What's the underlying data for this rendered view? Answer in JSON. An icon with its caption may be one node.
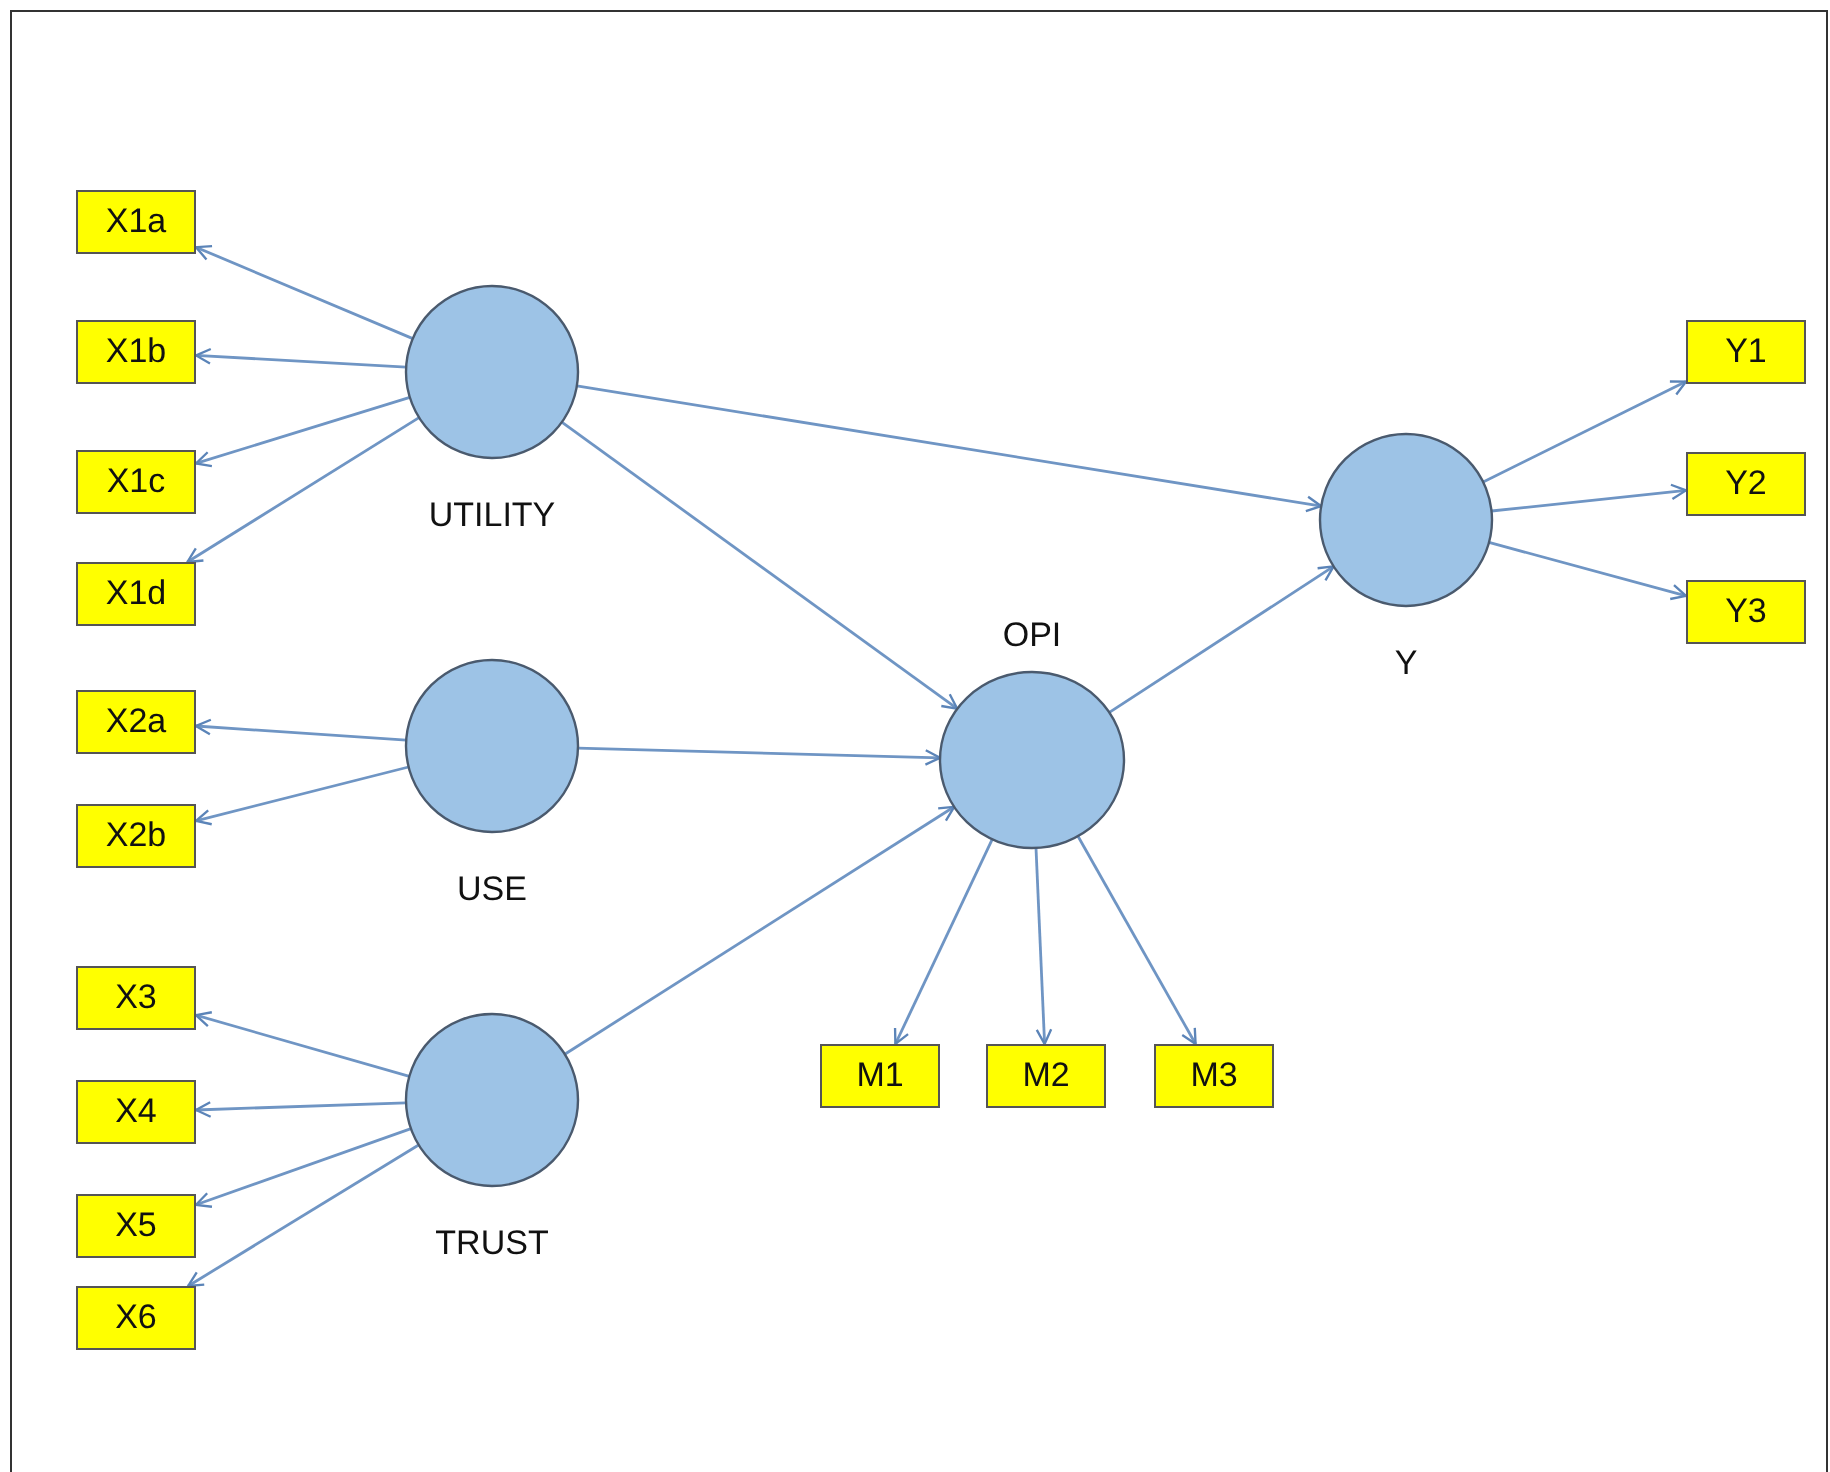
{
  "diagram": {
    "nodes": [
      {
        "text": [
          "UTILITY"
        ]
      },
      {
        "text": [
          "USE"
        ]
      },
      {
        "text": [
          "TRUST"
        ]
      },
      {
        "text": [
          "OPI"
        ]
      },
      {
        "text": [
          "Y"
        ]
      },
      {
        "text": [
          "X1a"
        ]
      },
      {
        "text": [
          "X1b"
        ]
      },
      {
        "text": [
          "X1c"
        ]
      },
      {
        "text": [
          "X1d"
        ]
      },
      {
        "text": [
          "X2a"
        ]
      },
      {
        "text": [
          "X2b"
        ]
      },
      {
        "text": [
          "X3"
        ]
      },
      {
        "text": [
          "X4"
        ]
      },
      {
        "text": [
          "X5"
        ]
      },
      {
        "text": [
          "X6"
        ]
      },
      {
        "text": [
          "M1"
        ]
      },
      {
        "text": [
          "M2"
        ]
      },
      {
        "text": [
          "M3"
        ]
      },
      {
        "text": [
          "Y1"
        ]
      },
      {
        "text": [
          "Y2"
        ]
      },
      {
        "text": [
          "Y3"
        ]
      }
    ],
    "edges": [
      {
        "from": 0,
        "to": 4,
        "arrow": "to"
      },
      {
        "from": 0,
        "to": 3,
        "arrow": "to"
      },
      {
        "from": 1,
        "to": 3,
        "arrow": "to"
      },
      {
        "from": 2,
        "to": 3,
        "arrow": "to"
      },
      {
        "from": 3,
        "to": 4,
        "arrow": "to"
      },
      {
        "from": 0,
        "to": 5,
        "arrow": "to"
      },
      {
        "from": 0,
        "to": 6,
        "arrow": "to"
      },
      {
        "from": 0,
        "to": 7,
        "arrow": "to"
      },
      {
        "from": 0,
        "to": 8,
        "arrow": "to"
      },
      {
        "from": 1,
        "to": 9,
        "arrow": "to"
      },
      {
        "from": 1,
        "to": 10,
        "arrow": "to"
      },
      {
        "from": 2,
        "to": 11,
        "arrow": "to"
      },
      {
        "from": 2,
        "to": 12,
        "arrow": "to"
      },
      {
        "from": 2,
        "to": 13,
        "arrow": "to"
      },
      {
        "from": 2,
        "to": 14,
        "arrow": "to"
      },
      {
        "from": 3,
        "to": 15,
        "arrow": "to"
      },
      {
        "from": 3,
        "to": 16,
        "arrow": "to"
      },
      {
        "from": 3,
        "to": 17,
        "arrow": "to"
      },
      {
        "from": 4,
        "to": 18,
        "arrow": "to"
      },
      {
        "from": 4,
        "to": 19,
        "arrow": "to"
      },
      {
        "from": 4,
        "to": 20,
        "arrow": "to"
      }
    ]
  }
}
